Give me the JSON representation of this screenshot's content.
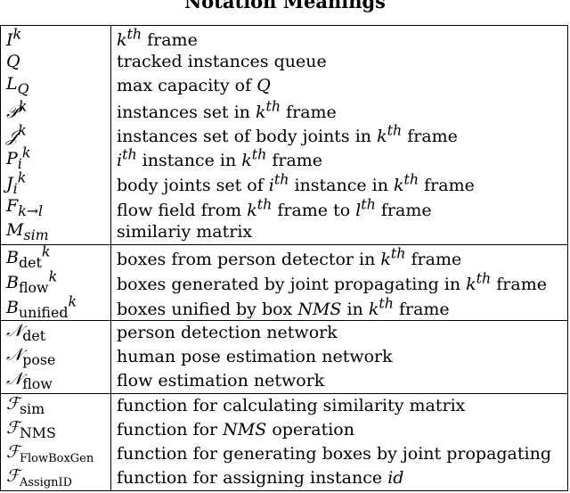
{
  "caption": "Notation Meanings",
  "rows": [
    {
      "symbol": "I^k",
      "meaning": "k^th frame"
    },
    {
      "symbol": "Q",
      "meaning": "tracked instances queue"
    },
    {
      "symbol": "L_Q",
      "meaning": "max capacity of Q"
    },
    {
      "symbol": "𝒫^k",
      "meaning": "instances set in k^th frame"
    },
    {
      "symbol": "𝒥^k",
      "meaning": "instances set of body joints in k^th frame"
    },
    {
      "symbol": "P_i^k",
      "meaning": "i^th instance in k^th frame"
    },
    {
      "symbol": "J_i^k",
      "meaning": "body joints set of i^th instance in k^th frame"
    },
    {
      "symbol": "F_k→l",
      "meaning": "flow field from k^th frame to l^th frame"
    },
    {
      "symbol": "M_sim",
      "meaning": "similariy matrix"
    },
    {
      "symbol": "B_det^k",
      "meaning": "boxes from person detector in k^th frame"
    },
    {
      "symbol": "B_flow^k",
      "meaning": "boxes generated by joint propagating in k^th frame"
    },
    {
      "symbol": "B_unified^k",
      "meaning": "boxes unified by box NMS in k^th frame"
    },
    {
      "symbol": "𝒩_det",
      "meaning": "person detection network"
    },
    {
      "symbol": "𝒩_pose",
      "meaning": "human pose estimation network"
    },
    {
      "symbol": "𝒩_flow",
      "meaning": "flow estimation network"
    },
    {
      "symbol": "ℱ_sim",
      "meaning": "function for calculating similarity matrix"
    },
    {
      "symbol": "ℱ_NMS",
      "meaning": "function for NMS operation"
    },
    {
      "symbol": "ℱ_FlowBoxGen",
      "meaning": "function for generating boxes by joint propagating"
    },
    {
      "symbol": "ℱ_AssignID",
      "meaning": "function for assigning instance id"
    }
  ]
}
